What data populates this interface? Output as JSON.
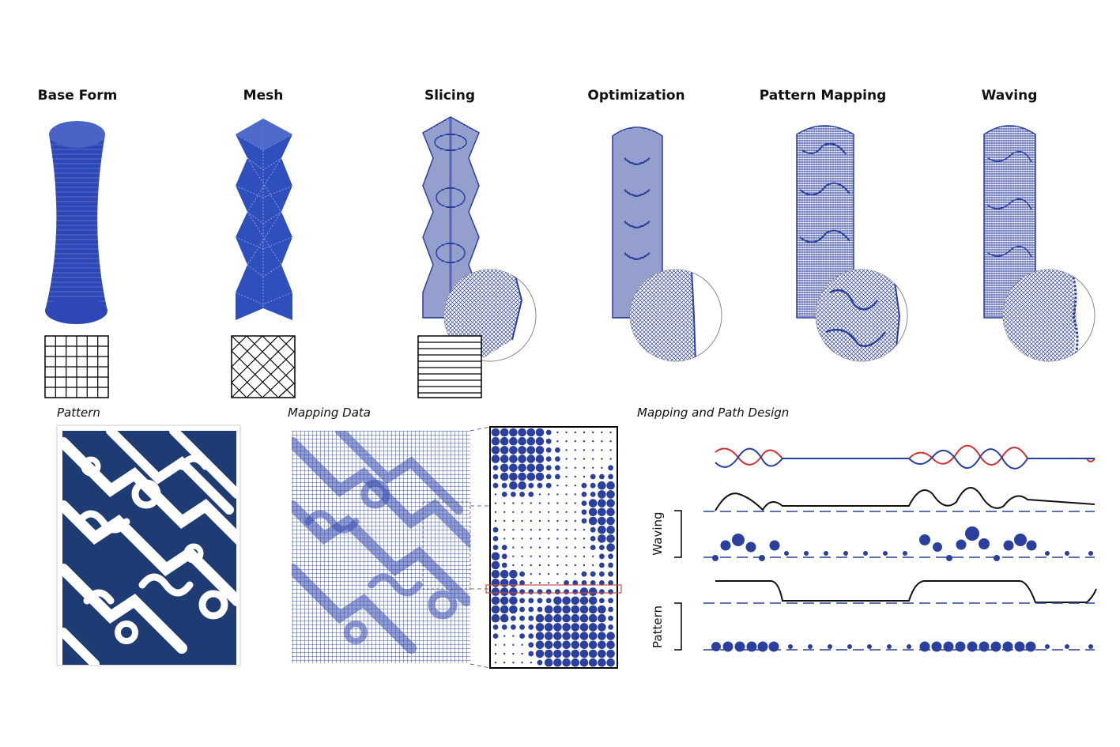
{
  "stages": [
    {
      "id": "base-form",
      "label": "Base Form"
    },
    {
      "id": "mesh",
      "label": "Mesh"
    },
    {
      "id": "slicing",
      "label": "Slicing"
    },
    {
      "id": "optimization",
      "label": "Optimization"
    },
    {
      "id": "pattern-mapping",
      "label": "Pattern Mapping"
    },
    {
      "id": "waving",
      "label": "Waving"
    }
  ],
  "sections": {
    "pattern": "Pattern",
    "mapping_data": "Mapping Data",
    "mapping_path": "Mapping and Path Design"
  },
  "side_labels": {
    "waving": "Waving",
    "pattern": "Pattern"
  },
  "colors": {
    "primary_blue": "#2b3f9e",
    "pattern_navy": "#1f3b73",
    "wave_red": "#d32f2f",
    "line_black": "#111111",
    "highlight_red": "#c0504d"
  }
}
